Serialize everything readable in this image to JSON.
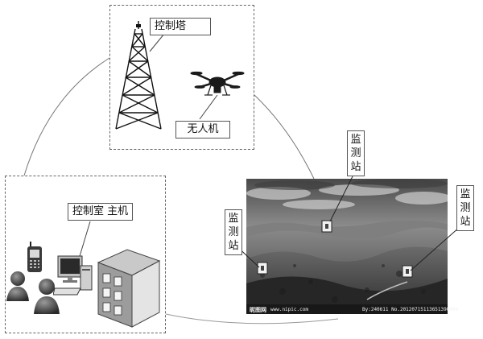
{
  "labels": {
    "control_tower": "控制塔",
    "drone": "无人机",
    "control_room_host": "控制室 主机",
    "station_top": "监测站",
    "station_left": "监测站",
    "station_right": "监测站"
  },
  "photo": {
    "source_logo": "昵图网",
    "source_site": "www.nipic.com",
    "image_id": "By:240611 No.20120715113651390000"
  }
}
